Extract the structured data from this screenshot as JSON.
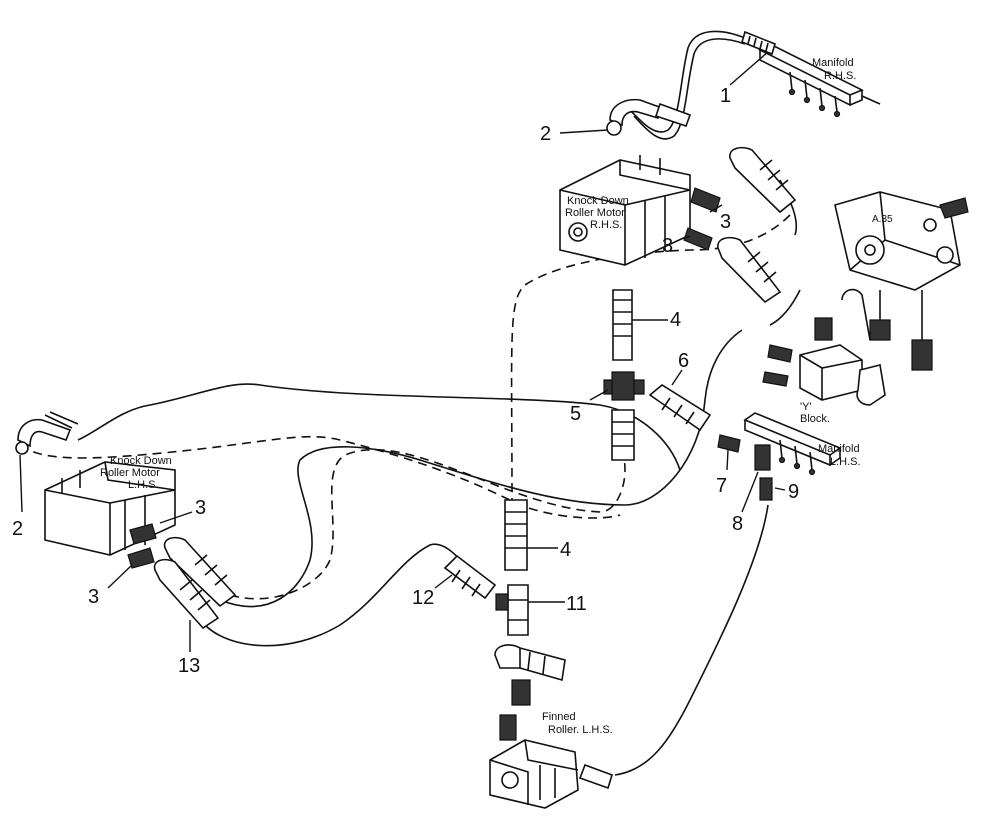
{
  "callouts": {
    "c1": "1",
    "c2_top": "2",
    "c2_left": "2",
    "c3_top_a": "3",
    "c3_top_b": "3",
    "c3_left_a": "3",
    "c3_left_b": "3",
    "c4_upper": "4",
    "c4_lower": "4",
    "c5": "5",
    "c6": "6",
    "c7": "7",
    "c8": "8",
    "c9": "9",
    "c11": "11",
    "c12": "12",
    "c13": "13"
  },
  "labels": {
    "manifold_rhs": [
      "Manifold",
      "R.H.S."
    ],
    "manifold_lhs": [
      "Manifold",
      "L.H.S."
    ],
    "motor_rhs": [
      "Knock Down",
      "Roller Motor",
      "R.H.S."
    ],
    "motor_lhs": [
      "Knock Down",
      "Roller Motor",
      "L.H.S."
    ],
    "y_block": [
      "'Y'",
      "Block."
    ],
    "finned_roller": [
      "Finned",
      "Roller. L.H.S."
    ],
    "valve_mark": "A.35"
  }
}
